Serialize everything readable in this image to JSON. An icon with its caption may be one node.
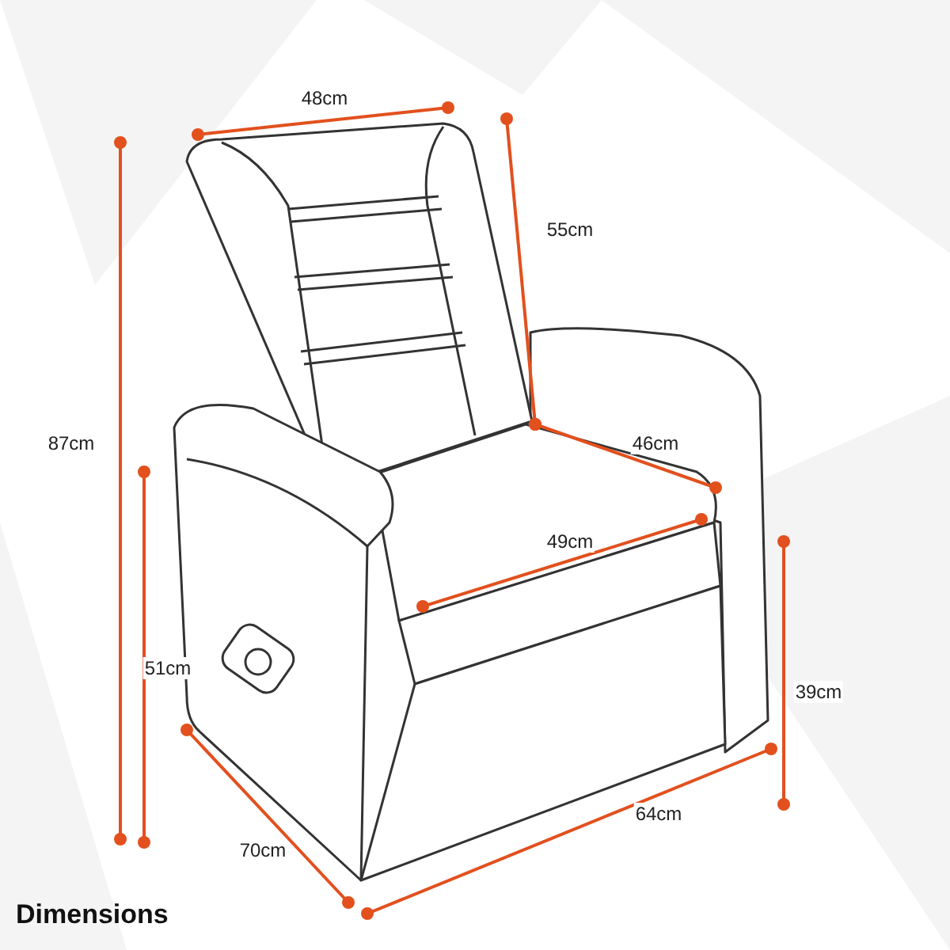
{
  "diagram": {
    "title": "Dimensions",
    "labels": [
      "48cm",
      "55cm",
      "87cm",
      "46cm",
      "49cm",
      "51cm",
      "39cm",
      "70cm",
      "64cm"
    ]
  }
}
